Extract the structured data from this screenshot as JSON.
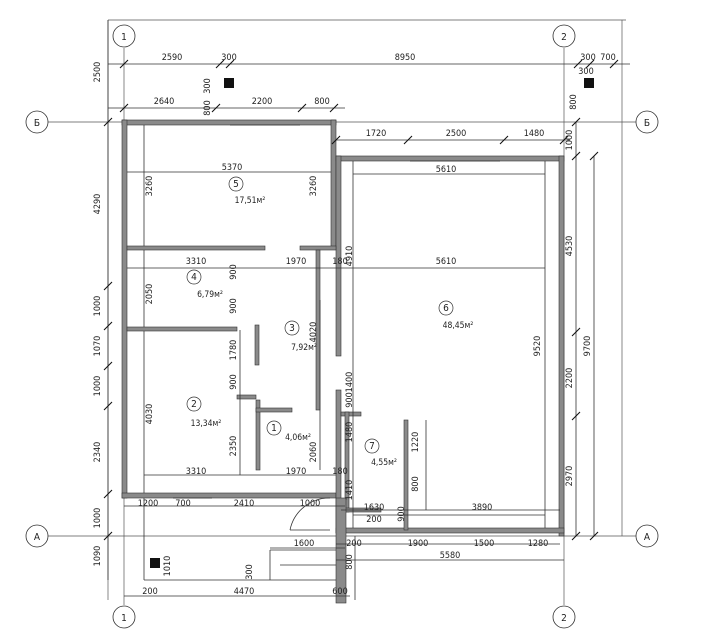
{
  "axes": {
    "left_top": "1",
    "right_top": "2",
    "left_bottom": "1",
    "right_bottom": "2",
    "row_b_left": "Б",
    "row_b_right": "Б",
    "row_a_left": "А",
    "row_a_right": "А"
  },
  "dims": {
    "top1": [
      "2590",
      "300",
      "8950",
      "300",
      "700"
    ],
    "top_small": [
      "300",
      "300",
      "800",
      "800"
    ],
    "top2": [
      "2640",
      "2200",
      "800"
    ],
    "top3": [
      "1720",
      "2500",
      "1480"
    ],
    "left_outer": [
      "2500",
      "4290",
      "1000",
      "1070",
      "1000",
      "2340",
      "1000",
      "1090"
    ],
    "room5": [
      "5370",
      "3260",
      "3260"
    ],
    "room4_top": [
      "3310",
      "1970"
    ],
    "room6_top": [
      "5610",
      "5610",
      "4910"
    ],
    "room_left": [
      "2050",
      "900",
      "900",
      "4030",
      "2350",
      "900",
      "1780",
      "4020",
      "1400",
      "2060",
      "1480",
      "900",
      "180",
      "180"
    ],
    "room_bottom": [
      "3310",
      "1970",
      "1220",
      "800",
      "1410"
    ],
    "right_outer": [
      "1000",
      "4530",
      "9520",
      "2200",
      "9700",
      "2970"
    ],
    "bottom_a": [
      "1200",
      "700",
      "2410",
      "1000",
      "1630",
      "3890",
      "200",
      "900"
    ],
    "bottom_b": [
      "1600",
      "200",
      "1900",
      "1500",
      "1280",
      "5580",
      "800",
      "300",
      "1010"
    ],
    "bottom_c": [
      "200",
      "4470",
      "600"
    ]
  },
  "rooms": [
    {
      "no": "1",
      "area": "4,06м²"
    },
    {
      "no": "2",
      "area": "13,34м²"
    },
    {
      "no": "3",
      "area": "7,92м²"
    },
    {
      "no": "4",
      "area": "6,79м²"
    },
    {
      "no": "5",
      "area": "17,51м²"
    },
    {
      "no": "6",
      "area": "48,45м²"
    },
    {
      "no": "7",
      "area": "4,55м²"
    }
  ]
}
